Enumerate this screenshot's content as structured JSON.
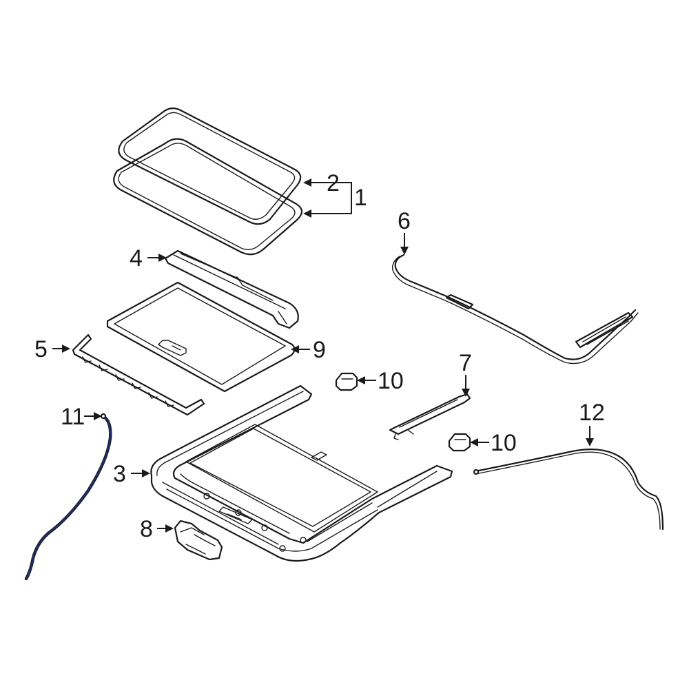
{
  "diagram": {
    "callouts": [
      {
        "id": "1",
        "label": "1"
      },
      {
        "id": "2",
        "label": "2"
      },
      {
        "id": "3",
        "label": "3"
      },
      {
        "id": "4",
        "label": "4"
      },
      {
        "id": "5",
        "label": "5"
      },
      {
        "id": "6",
        "label": "6"
      },
      {
        "id": "7",
        "label": "7"
      },
      {
        "id": "8",
        "label": "8"
      },
      {
        "id": "9",
        "label": "9"
      },
      {
        "id": "10a",
        "label": "10"
      },
      {
        "id": "10b",
        "label": "10"
      },
      {
        "id": "11",
        "label": "11"
      },
      {
        "id": "12",
        "label": "12"
      }
    ],
    "colors": {
      "line": "#1a1a1a",
      "hose_highlight": "#1f2f6b",
      "background": "#ffffff"
    }
  }
}
